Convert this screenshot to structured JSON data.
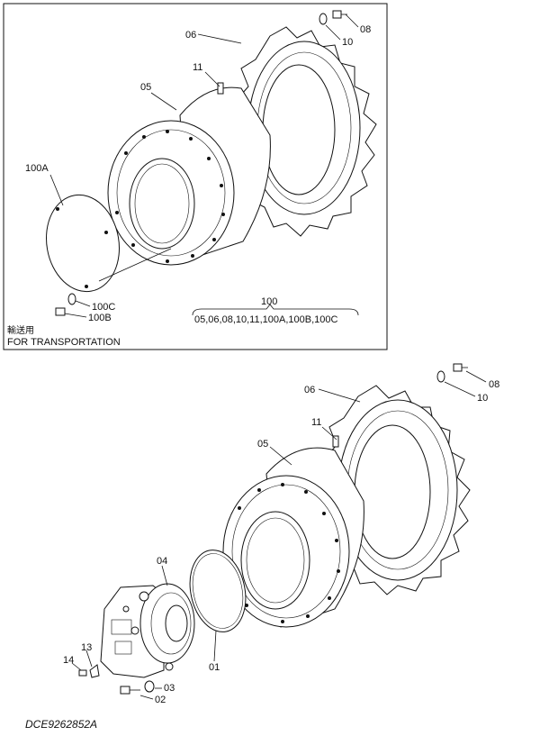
{
  "inset": {
    "labels": {
      "p06": "06",
      "p08": "08",
      "p10": "10",
      "p11": "11",
      "p05": "05",
      "p100A": "100A",
      "p100C": "100C",
      "p100B": "100B"
    },
    "kit_number": "100",
    "kit_contents": "05,06,08,10,11,100A,100B,100C",
    "note_japanese": "輸送用",
    "note_english": "FOR TRANSPORTATION"
  },
  "main": {
    "labels": {
      "p06": "06",
      "p08": "08",
      "p10": "10",
      "p11": "11",
      "p05": "05",
      "p04": "04",
      "p01": "01",
      "p13": "13",
      "p14": "14",
      "p03": "03",
      "p02": "02"
    }
  },
  "drawing_code": "DCE9262852A"
}
